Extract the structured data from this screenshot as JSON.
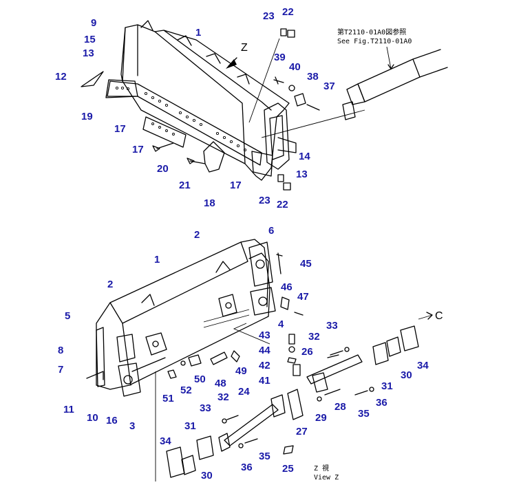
{
  "reference_note": {
    "line1": "第T2110-01A0図参照",
    "line2": "See Fig.T2110-01A0"
  },
  "view_label": {
    "line1": "Z 視",
    "line2": "View Z"
  },
  "direction_marker": "Z",
  "connector_marker": "C",
  "part_numbers": [
    {
      "id": "callout-1",
      "text": "1"
    },
    {
      "id": "callout-9",
      "text": "9"
    },
    {
      "id": "callout-15",
      "text": "15"
    },
    {
      "id": "callout-13a",
      "text": "13"
    },
    {
      "id": "callout-12",
      "text": "12"
    },
    {
      "id": "callout-19",
      "text": "19"
    },
    {
      "id": "callout-17a",
      "text": "17"
    },
    {
      "id": "callout-17b",
      "text": "17"
    },
    {
      "id": "callout-20",
      "text": "20"
    },
    {
      "id": "callout-21",
      "text": "21"
    },
    {
      "id": "callout-18",
      "text": "18"
    },
    {
      "id": "callout-17c",
      "text": "17"
    },
    {
      "id": "callout-23a",
      "text": "23"
    },
    {
      "id": "callout-22a",
      "text": "22"
    },
    {
      "id": "callout-13b",
      "text": "13"
    },
    {
      "id": "callout-14",
      "text": "14"
    },
    {
      "id": "callout-23b",
      "text": "23"
    },
    {
      "id": "callout-22b",
      "text": "22"
    },
    {
      "id": "callout-39",
      "text": "39"
    },
    {
      "id": "callout-40",
      "text": "40"
    },
    {
      "id": "callout-38",
      "text": "38"
    },
    {
      "id": "callout-37",
      "text": "37"
    },
    {
      "id": "callout-2a",
      "text": "2"
    },
    {
      "id": "callout-6",
      "text": "6"
    },
    {
      "id": "callout-45",
      "text": "45"
    },
    {
      "id": "callout-1b",
      "text": "1"
    },
    {
      "id": "callout-2b",
      "text": "2"
    },
    {
      "id": "callout-46",
      "text": "46"
    },
    {
      "id": "callout-47",
      "text": "47"
    },
    {
      "id": "callout-4",
      "text": "4"
    },
    {
      "id": "callout-5",
      "text": "5"
    },
    {
      "id": "callout-8",
      "text": "8"
    },
    {
      "id": "callout-7",
      "text": "7"
    },
    {
      "id": "callout-11",
      "text": "11"
    },
    {
      "id": "callout-10",
      "text": "10"
    },
    {
      "id": "callout-16",
      "text": "16"
    },
    {
      "id": "callout-3",
      "text": "3"
    },
    {
      "id": "callout-43",
      "text": "43"
    },
    {
      "id": "callout-44",
      "text": "44"
    },
    {
      "id": "callout-42",
      "text": "42"
    },
    {
      "id": "callout-41",
      "text": "41"
    },
    {
      "id": "callout-49",
      "text": "49"
    },
    {
      "id": "callout-48",
      "text": "48"
    },
    {
      "id": "callout-50",
      "text": "50"
    },
    {
      "id": "callout-52",
      "text": "52"
    },
    {
      "id": "callout-51",
      "text": "51"
    },
    {
      "id": "callout-33a",
      "text": "33"
    },
    {
      "id": "callout-32a",
      "text": "32"
    },
    {
      "id": "callout-26",
      "text": "26"
    },
    {
      "id": "callout-31a",
      "text": "31"
    },
    {
      "id": "callout-30a",
      "text": "30"
    },
    {
      "id": "callout-34a",
      "text": "34"
    },
    {
      "id": "callout-36a",
      "text": "36"
    },
    {
      "id": "callout-35a",
      "text": "35"
    },
    {
      "id": "callout-28",
      "text": "28"
    },
    {
      "id": "callout-29",
      "text": "29"
    },
    {
      "id": "callout-27",
      "text": "27"
    },
    {
      "id": "callout-24",
      "text": "24"
    },
    {
      "id": "callout-33b",
      "text": "33"
    },
    {
      "id": "callout-32b",
      "text": "32"
    },
    {
      "id": "callout-31b",
      "text": "31"
    },
    {
      "id": "callout-34b",
      "text": "34"
    },
    {
      "id": "callout-30b",
      "text": "30"
    },
    {
      "id": "callout-36b",
      "text": "36"
    },
    {
      "id": "callout-35b",
      "text": "35"
    },
    {
      "id": "callout-25",
      "text": "25"
    }
  ]
}
